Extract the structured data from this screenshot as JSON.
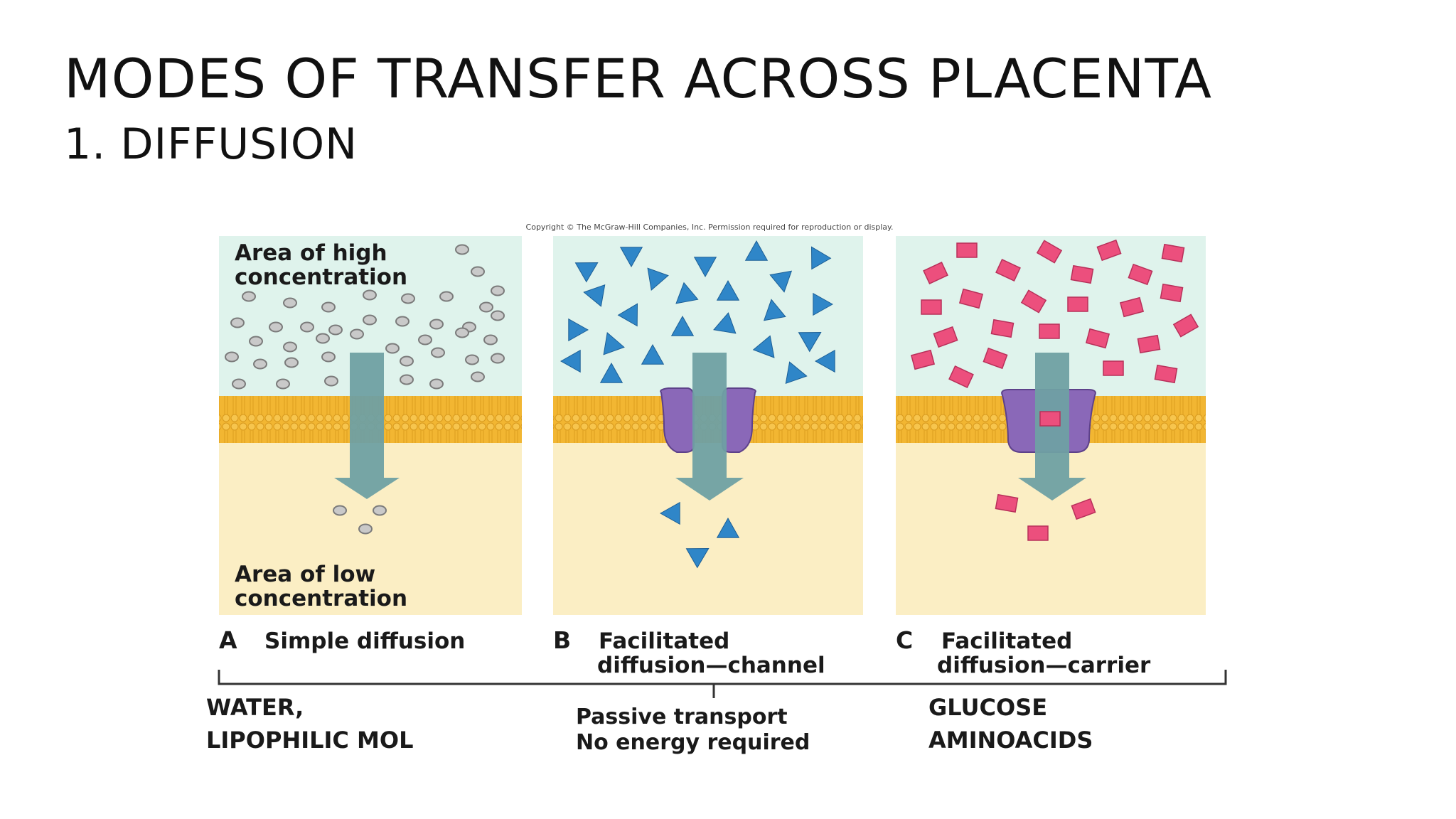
{
  "slide": {
    "title": "MODES OF TRANSFER ACROSS PLACENTA",
    "subtitle": "1. DIFFUSION"
  },
  "figure": {
    "copyright": "Copyright © The McGraw-Hill Companies, Inc. Permission required for reproduction or display.",
    "high_label_line1": "Area of high",
    "high_label_line2": "concentration",
    "low_label_line1": "Area of low",
    "low_label_line2": "concentration",
    "panels": [
      {
        "letter": "A",
        "line1": "Simple diffusion",
        "line2": ""
      },
      {
        "letter": "B",
        "line1": "Facilitated",
        "line2": "diffusion—channel"
      },
      {
        "letter": "C",
        "line1": "Facilitated",
        "line2": "diffusion—carrier"
      }
    ],
    "bracket_line1": "Passive transport",
    "bracket_line2": "No energy required"
  },
  "notes": {
    "left_line1": "WATER,",
    "left_line2": "LIPOPHILIC MOL",
    "right_line1": "GLUCOSE",
    "right_line2": "AMINOACIDS"
  },
  "colors": {
    "extracellular": "#dff3ec",
    "intracellular": "#fbeec4",
    "membrane": "#f2b632",
    "arrow": "#6fa0a3",
    "channel_protein": "#8a68b8",
    "triangle": "#2f86c8",
    "square": "#ec4f7d",
    "circle": "#9a9a9a"
  }
}
